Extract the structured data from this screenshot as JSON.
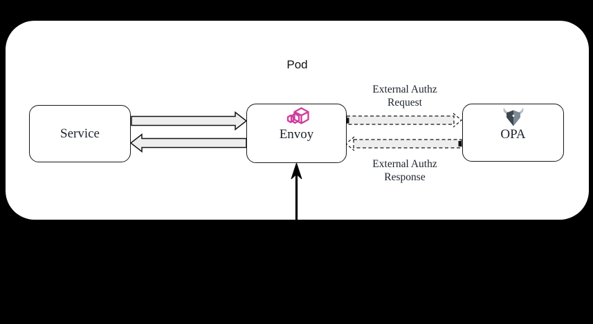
{
  "pod": {
    "label": "Pod"
  },
  "nodes": {
    "service": {
      "label": "Service"
    },
    "envoy": {
      "label": "Envoy"
    },
    "opa": {
      "label": "OPA"
    }
  },
  "edges": {
    "request": {
      "label": "External Authz\nRequest"
    },
    "response": {
      "label": "External Authz\nResponse"
    }
  },
  "icons": {
    "envoy": "envoy-hexagons-icon",
    "opa": "opa-helmet-icon"
  },
  "colors": {
    "background": "#000000",
    "pod_fill": "#ffffff",
    "box_border": "#161616",
    "arrow_fill": "#eeeeee",
    "arrow_stroke": "#111111",
    "text": "#1d222b",
    "envoy_pink": "#cf3e9c",
    "opa_dark": "#3e4750",
    "opa_mid": "#7b8a95",
    "opa_horn": "#b9bdc0"
  }
}
